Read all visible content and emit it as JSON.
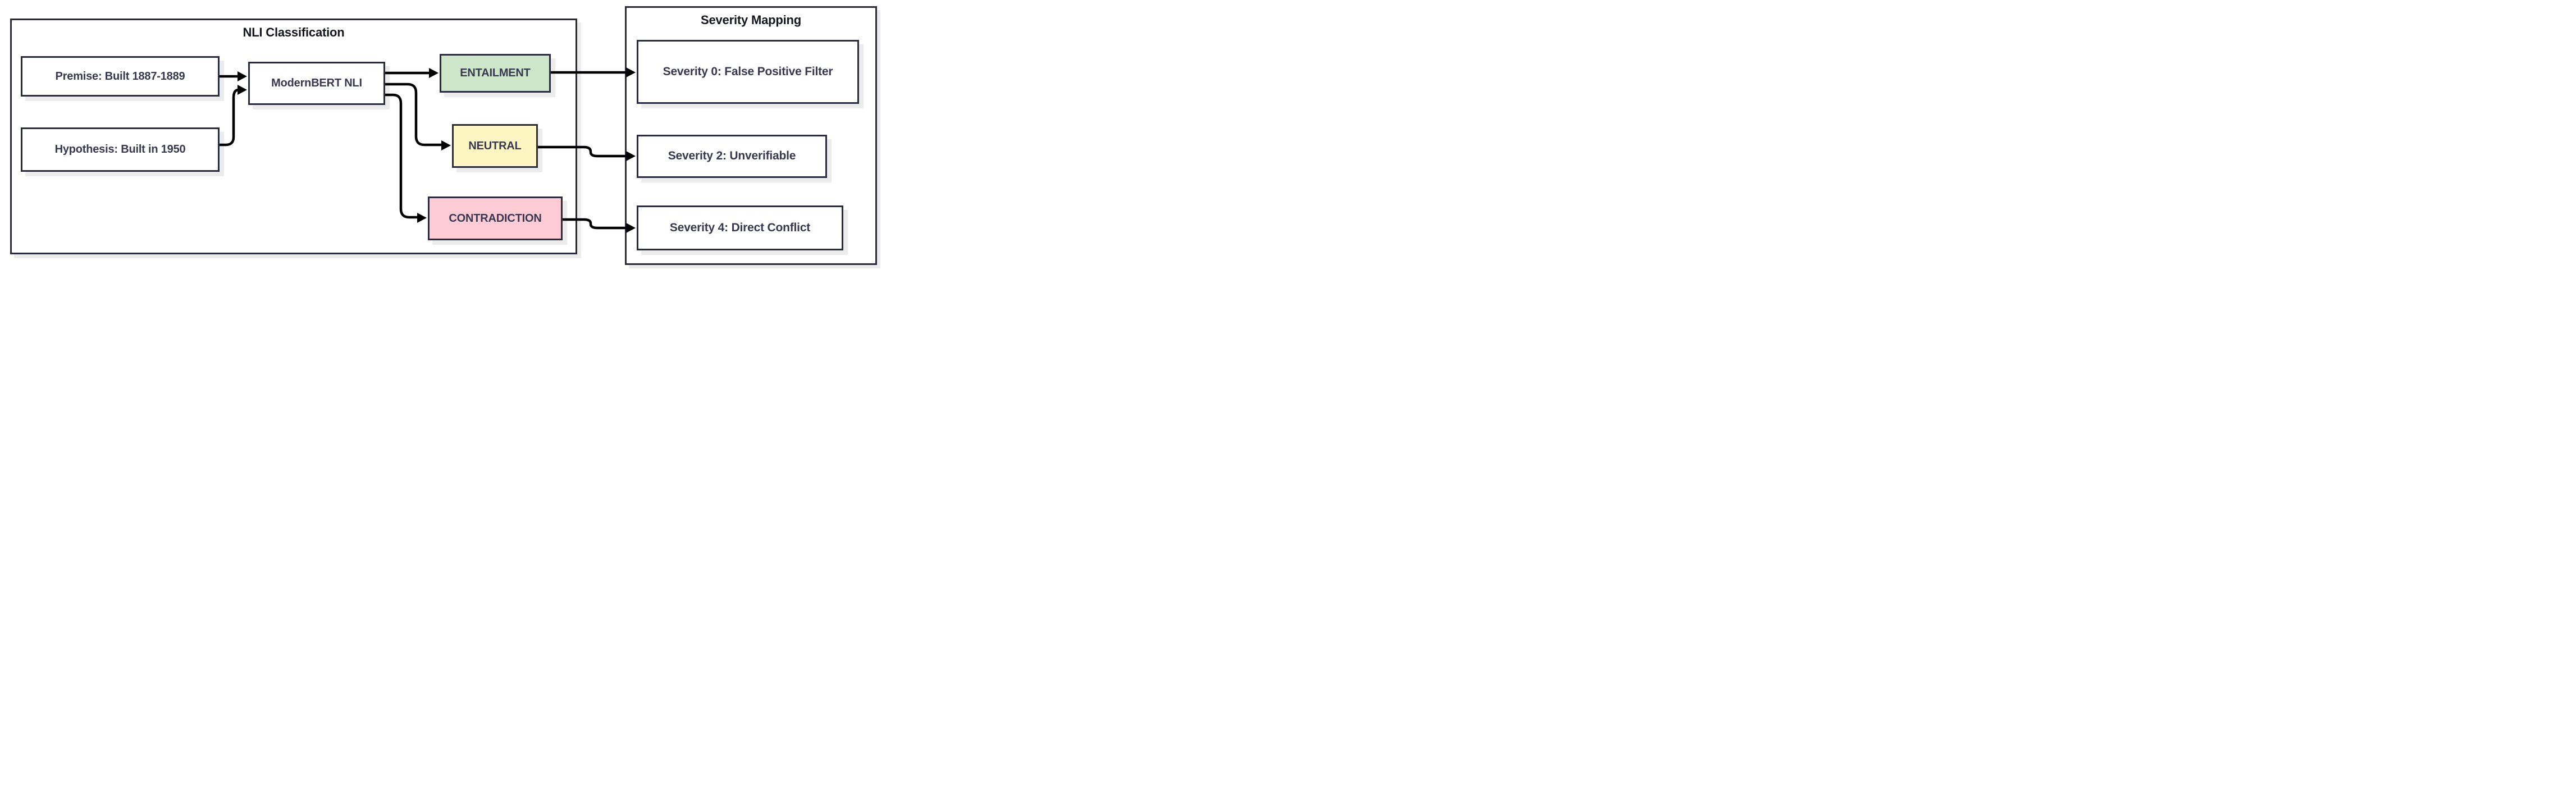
{
  "diagram": {
    "left_panel": {
      "title": "NLI Classification"
    },
    "right_panel": {
      "title": "Severity Mapping"
    },
    "nodes": {
      "premise": "Premise: Built 1887-1889",
      "hypothesis": "Hypothesis: Built in 1950",
      "model": "ModernBERT NLI",
      "entailment": "ENTAILMENT",
      "neutral": "NEUTRAL",
      "contradiction": "CONTRADICTION",
      "severity0": "Severity 0: False Positive Filter",
      "severity2": "Severity 2: Unverifiable",
      "severity4": "Severity 4: Direct Conflict"
    },
    "colors": {
      "entailment_fill": "#cde6c9",
      "neutral_fill": "#fdf6c3",
      "contradiction_fill": "#ffccd5",
      "node_border": "#2b2b40",
      "node_text": "#37374f",
      "title_text": "#15151e",
      "arrow": "#000000",
      "shadow": "#ececec"
    },
    "edges": [
      {
        "from": "premise",
        "to": "model"
      },
      {
        "from": "hypothesis",
        "to": "model"
      },
      {
        "from": "model",
        "to": "entailment"
      },
      {
        "from": "model",
        "to": "neutral"
      },
      {
        "from": "model",
        "to": "contradiction"
      },
      {
        "from": "entailment",
        "to": "severity0"
      },
      {
        "from": "neutral",
        "to": "severity2"
      },
      {
        "from": "contradiction",
        "to": "severity4"
      }
    ]
  }
}
